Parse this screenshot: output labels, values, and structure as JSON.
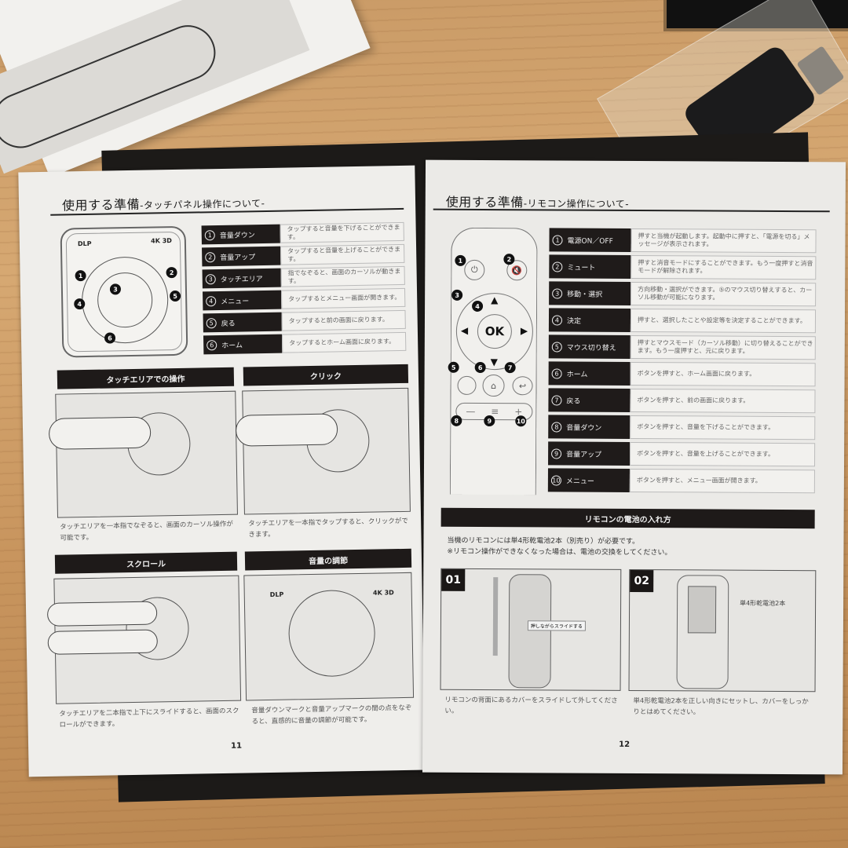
{
  "scene": {
    "description": "Photo of an open Japanese projector instruction booklet on a wooden table, with a white product box at top-left and a packaged black HDMI adapter at top-right"
  },
  "left_page": {
    "heading_main": "使用する準備",
    "heading_sub": "-タッチパネル操作について-",
    "device_diagram": {
      "logo": "DLP",
      "badge": "4K 3D",
      "callouts": [
        "1",
        "2",
        "3",
        "4",
        "5",
        "6"
      ]
    },
    "controls": [
      {
        "num": "1",
        "label": "音量ダウン",
        "desc": "タップすると音量を下げることができます。"
      },
      {
        "num": "2",
        "label": "音量アップ",
        "desc": "タップすると音量を上げることができます。"
      },
      {
        "num": "3",
        "label": "タッチエリア",
        "desc": "指でなぞると、画面のカーソルが動きます。"
      },
      {
        "num": "4",
        "label": "メニュー",
        "desc": "タップするとメニュー画面が開きます。"
      },
      {
        "num": "5",
        "label": "戻る",
        "desc": "タップすると前の画面に戻ります。"
      },
      {
        "num": "6",
        "label": "ホーム",
        "desc": "タップするとホーム画面に戻ります。"
      }
    ],
    "sections": [
      {
        "title": "タッチエリアでの操作",
        "caption": "タッチエリアを一本指でなぞると、画面のカーソル操作が可能です。"
      },
      {
        "title": "クリック",
        "caption": "タッチエリアを一本指でタップすると、クリックができます。"
      },
      {
        "title": "スクロール",
        "caption": "タッチエリアを二本指で上下にスライドすると、画面のスクロールができます。"
      },
      {
        "title": "音量の調節",
        "caption": "音量ダウンマークと音量アップマークの間の点をなぞると、直感的に音量の調節が可能です。"
      }
    ],
    "page_number": "11"
  },
  "right_page": {
    "heading_main": "使用する準備",
    "heading_sub": "-リモコン操作について-",
    "remote_diagram": {
      "ok_label": "OK",
      "callouts": [
        "1",
        "2",
        "3",
        "4",
        "5",
        "6",
        "7",
        "8",
        "9",
        "10"
      ],
      "vol_minus": "—",
      "menu_symbol": "≡",
      "vol_plus": "+"
    },
    "controls": [
      {
        "num": "1",
        "label": "電源ON／OFF",
        "desc": "押すと当機が起動します。起動中に押すと、「電源を切る」メッセージが表示されます。"
      },
      {
        "num": "2",
        "label": "ミュート",
        "desc": "押すと消音モードにすることができます。もう一度押すと消音モードが解除されます。"
      },
      {
        "num": "3",
        "label": "移動・選択",
        "desc": "方向移動・選択ができます。⑤のマウス切り替えすると、カーソル移動が可能になります。"
      },
      {
        "num": "4",
        "label": "決定",
        "desc": "押すと、選択したことや設定等を決定することができます。"
      },
      {
        "num": "5",
        "label": "マウス切り替え",
        "desc": "押すとマウスモード（カーソル移動）に切り替えることができます。もう一度押すと、元に戻ります。"
      },
      {
        "num": "6",
        "label": "ホーム",
        "desc": "ボタンを押すと、ホーム画面に戻ります。"
      },
      {
        "num": "7",
        "label": "戻る",
        "desc": "ボタンを押すと、前の画面に戻ります。"
      },
      {
        "num": "8",
        "label": "音量ダウン",
        "desc": "ボタンを押すと、音量を下げることができます。"
      },
      {
        "num": "9",
        "label": "音量アップ",
        "desc": "ボタンを押すと、音量を上げることができます。"
      },
      {
        "num": "10",
        "label": "メニュー",
        "desc": "ボタンを押すと、メニュー画面が開きます。"
      }
    ],
    "battery_section": {
      "title": "リモコンの電池の入れ方",
      "intro_line1": "当機のリモコンには単4形乾電池2本（別売り）が必要です。",
      "intro_line2": "※リモコン操作ができなくなった場合は、電池の交換をしてください。",
      "steps": [
        {
          "num": "01",
          "callout": "押しながらスライドする",
          "caption": "リモコンの背面にあるカバーをスライドして外してください。"
        },
        {
          "num": "02",
          "callout": "単4形乾電池2本",
          "caption": "単4形乾電池2本を正しい向きにセットし、カバーをしっかりとはめてください。"
        }
      ]
    },
    "page_number": "12"
  }
}
